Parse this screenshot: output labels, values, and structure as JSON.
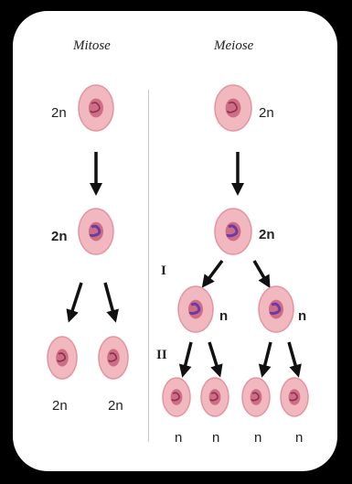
{
  "titles": {
    "mitosis": "Mitose",
    "meiosis": "Meiose"
  },
  "ploidy": {
    "diploid": "2n",
    "haploid": "n"
  },
  "divisions": {
    "first": "I",
    "second": "II"
  },
  "colors": {
    "cytoplasm": "#f2b8bf",
    "cytoplasm_edge": "#e3949f",
    "nucleus": "#c8607a",
    "chromatin": "#6a3aa8",
    "arrow": "#111111"
  }
}
